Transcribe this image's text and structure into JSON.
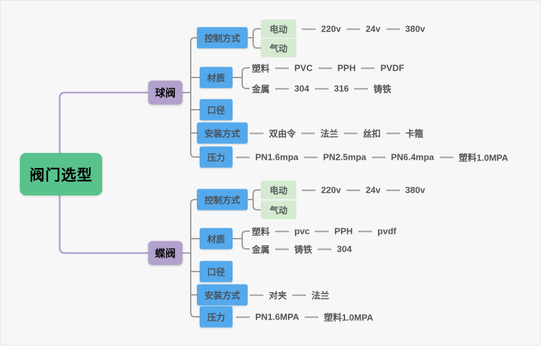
{
  "root": {
    "label": "阀门选型"
  },
  "ball": {
    "label": "球阀",
    "control": {
      "label": "控制方式",
      "electric": "电动",
      "pneumatic": "气动",
      "voltages": [
        "220v",
        "24v",
        "380v"
      ]
    },
    "material": {
      "label": "材质",
      "plastic": "塑料",
      "plastic_chain": [
        "PVC",
        "PPH",
        "PVDF"
      ],
      "metal": "金属",
      "metal_chain": [
        "304",
        "316",
        "铸铁"
      ]
    },
    "diameter": {
      "label": "口径"
    },
    "install": {
      "label": "安装方式",
      "chain": [
        "双由令",
        "法兰",
        "丝扣",
        "卡箍"
      ]
    },
    "pressure": {
      "label": "压力",
      "chain": [
        "PN1.6mpa",
        "PN2.5mpa",
        "PN6.4mpa",
        "塑料1.0MPA"
      ]
    }
  },
  "butterfly": {
    "label": "蝶阀",
    "control": {
      "label": "控制方式",
      "electric": "电动",
      "pneumatic": "气动",
      "voltages": [
        "220v",
        "24v",
        "380v"
      ]
    },
    "material": {
      "label": "材质",
      "plastic": "塑料",
      "plastic_chain": [
        "pvc",
        "PPH",
        "pvdf"
      ],
      "metal": "金属",
      "metal_chain": [
        "铸铁",
        "304"
      ]
    },
    "diameter": {
      "label": "口径"
    },
    "install": {
      "label": "安装方式",
      "chain": [
        "对夹",
        "法兰"
      ]
    },
    "pressure": {
      "label": "压力",
      "chain": [
        "PN1.6MPA",
        "塑料1.0MPA"
      ]
    }
  },
  "colors": {
    "background": "#f7f7f7",
    "root_bg": "#58c28c",
    "branch_bg": "#b2a0cd",
    "category_bg": "#54a9ec",
    "leaf_box_bg": "#d5ebd1",
    "connector_gray": "#9e9e9e",
    "connector_purple": "#b2a0cd",
    "leaf_text": "#555555"
  }
}
